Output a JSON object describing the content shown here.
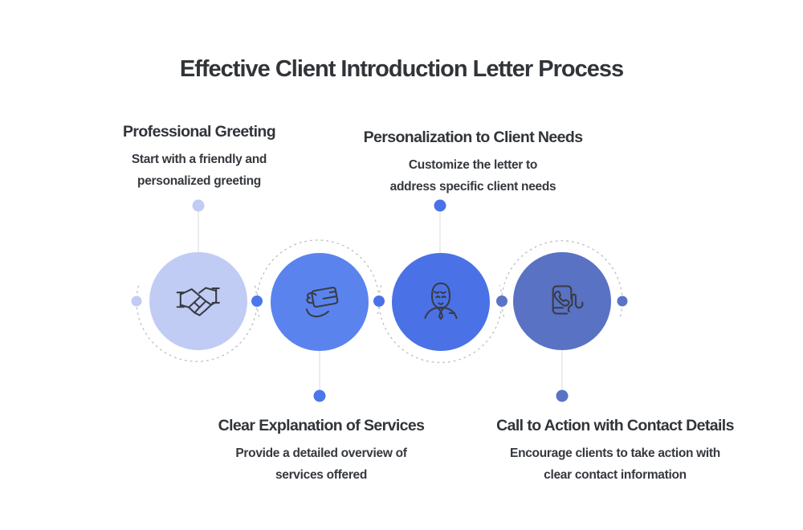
{
  "title": "Effective Client Introduction Letter Process",
  "colors": {
    "background": "#ffffff",
    "title_text": "#313439",
    "body_text": "#35383e",
    "icon_stroke": "#383c43",
    "dashed_arc": "#c0c3c9",
    "connector_line": "#ededed"
  },
  "steps": [
    {
      "label": "Professional Greeting",
      "desc_line1": "Start with a friendly and",
      "desc_line2": "personalized greeting",
      "circle_color": "#c1ccf5",
      "accent": "#c1ccf5",
      "icon": "handshake-icon",
      "label_position": "top"
    },
    {
      "label": "Clear Explanation of Services",
      "desc_line1": "Provide a detailed overview of",
      "desc_line2": "services offered",
      "circle_color": "#5b83ee",
      "accent": "#4a78ea",
      "icon": "card-in-hand-icon",
      "label_position": "bottom"
    },
    {
      "label": "Personalization to Client Needs",
      "desc_line1": "Customize the letter to",
      "desc_line2": "address specific client needs",
      "circle_color": "#4a72e6",
      "accent": "#4a72e8",
      "icon": "person-icon",
      "label_position": "top"
    },
    {
      "label": "Call to Action with Contact Details",
      "desc_line1": "Encourage clients to take action with",
      "desc_line2": "clear contact information",
      "circle_color": "#5a72c4",
      "accent": "#5a73c6",
      "icon": "phone-contact-icon",
      "label_position": "bottom"
    }
  ],
  "rail_dots": [
    "#c1ccf5",
    "#4a78ea",
    "#4a72e8",
    "#5a73c6",
    "#5a73c6"
  ]
}
